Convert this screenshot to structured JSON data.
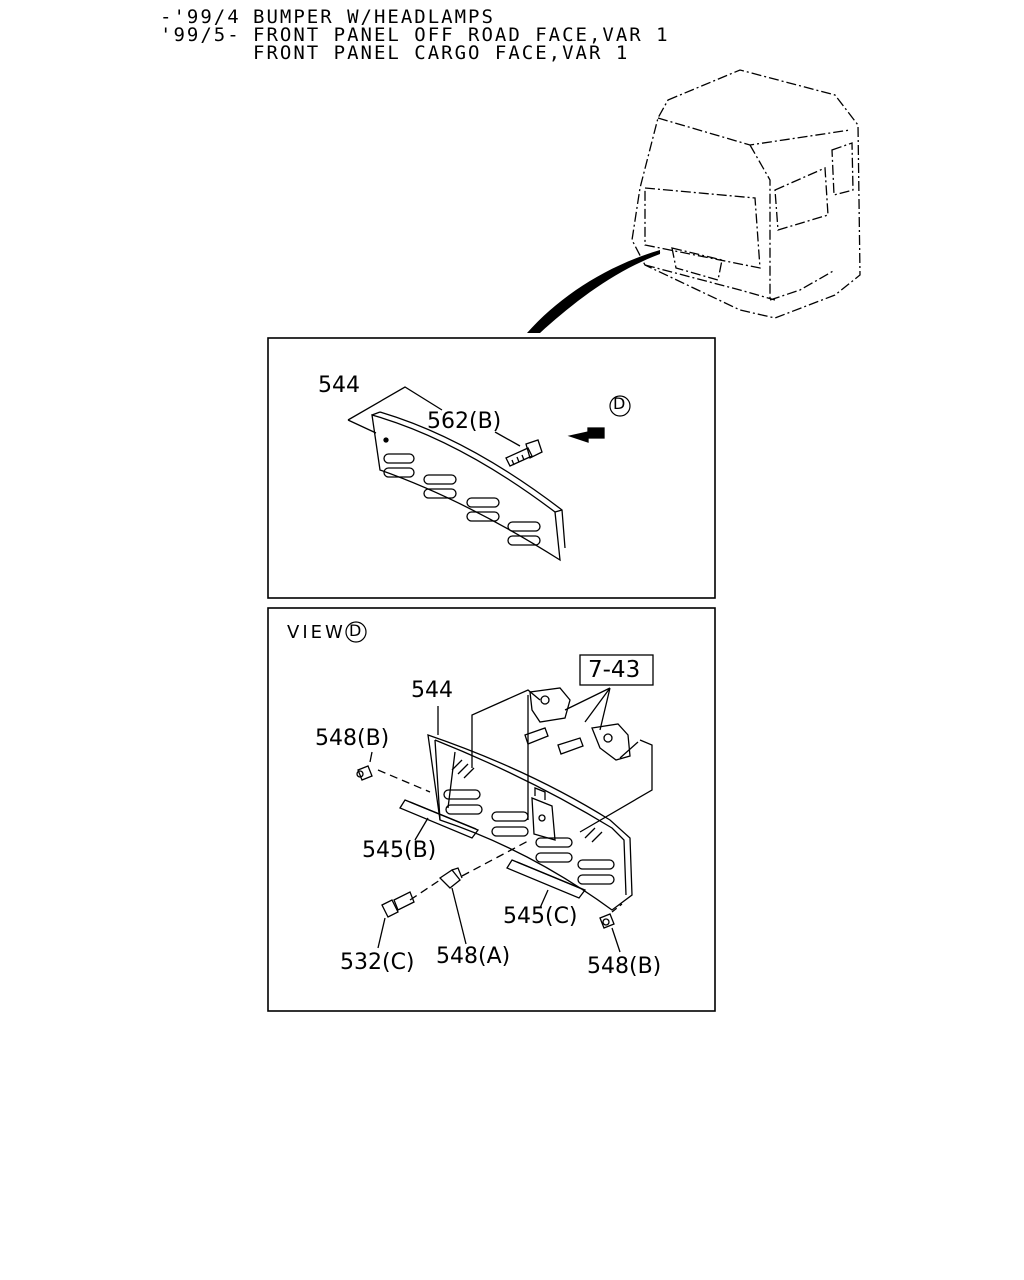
{
  "header": {
    "line1_code": "-'99/4",
    "line1_text": "BUMPER W/HEADLAMPS",
    "line2_code": "'99/5-",
    "line2_text": "FRONT PANEL OFF ROAD FACE,VAR 1",
    "line3_text": "FRONT PANEL CARGO FACE,VAR 1"
  },
  "panel_top": {
    "part_544": "544",
    "part_562b": "562(B)",
    "view_marker": "D"
  },
  "panel_bottom": {
    "view_label": "VIEW",
    "view_marker": "D",
    "ref_box": "7-43",
    "part_544": "544",
    "part_548b_left": "548(B)",
    "part_545b": "545(B)",
    "part_545c": "545(C)",
    "part_532c": "532(C)",
    "part_548a": "548(A)",
    "part_548b_right": "548(B)"
  }
}
